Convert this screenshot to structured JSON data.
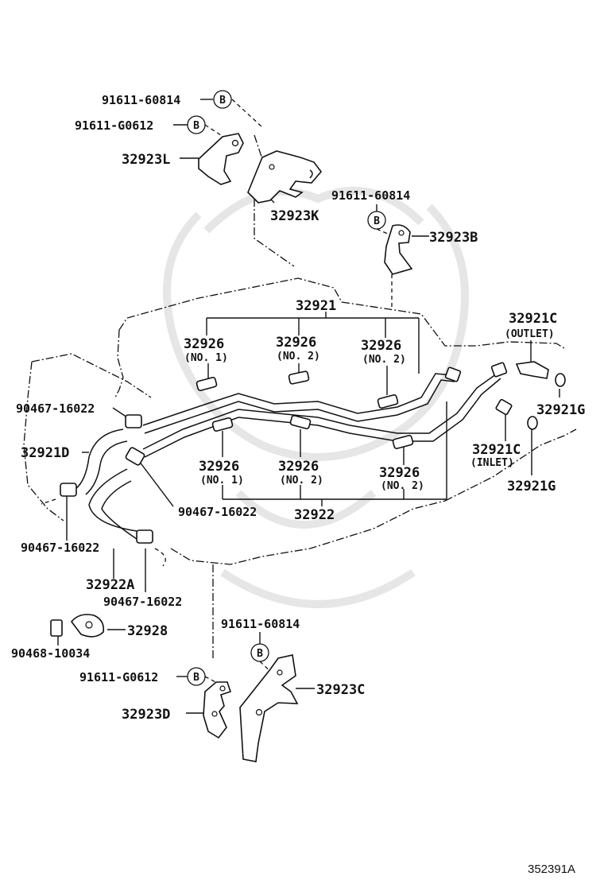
{
  "labels": {
    "b_60814_top": "91611-60814",
    "b_g0612_top": "91611-G0612",
    "p_32923L": "32923L",
    "p_32923K": "32923K",
    "b_60814_right": "91611-60814",
    "p_32923B": "32923B",
    "p_32921": "32921",
    "p_32921C_out": "32921C",
    "outlet": "(OUTLET)",
    "p_32926_a": "32926",
    "no1_a": "(NO. 1)",
    "p_32926_b": "32926",
    "no2_b": "(NO. 2)",
    "p_32926_c": "32926",
    "no2_c": "(NO. 2)",
    "clamp_top": "90467-16022",
    "p_32921D": "32921D",
    "p_32921G_top": "32921G",
    "p_32921C_in": "32921C",
    "inlet": "(INLET)",
    "p_32921G_bot": "32921G",
    "p_32926_d": "32926",
    "no1_d": "(NO. 1)",
    "p_32926_e": "32926",
    "no2_e": "(NO. 2)",
    "p_32926_f": "32926",
    "no2_f": "(NO. 2)",
    "clamp_mid": "90467-16022",
    "p_32922": "32922",
    "clamp_left": "90467-16022",
    "p_32922A": "32922A",
    "clamp_bot": "90467-16022",
    "p_32928": "32928",
    "clip": "90468-10034",
    "b_60814_bot": "91611-60814",
    "b_g0612_bot": "91611-G0612",
    "p_32923C": "32923C",
    "p_32923D": "32923D",
    "callout": "B",
    "diagram_code": "352391A"
  }
}
